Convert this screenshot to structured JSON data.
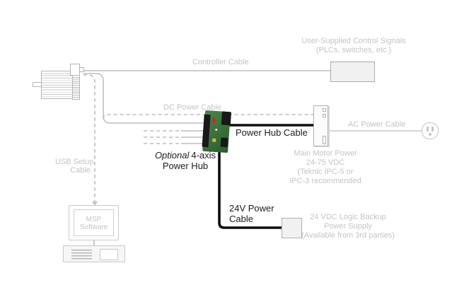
{
  "labels": {
    "controller_cable": "Controller Cable",
    "user_signals_line1": "User-Supplied Control Signals",
    "user_signals_line2": "(PLCs, switches, etc.)",
    "dc_power_cable": "DC Power Cable",
    "ac_power_cable": "AC Power Cable",
    "power_hub_cable": "Power Hub Cable",
    "optional_italic": "Optional",
    "optional_rest": "4-axis",
    "optional_line2": "Power Hub",
    "usb_line1": "USB Setup",
    "usb_line2": "Cable",
    "msp_line1": "MSP",
    "msp_line2": "Software",
    "main_power_line1": "Main Motor Power",
    "main_power_line2": "24-75 VDC",
    "main_power_line3": "(Teknic IPC-5 or",
    "main_power_line4": "IPC-3 recommended",
    "v24_line1": "24V Power",
    "v24_line2": "Cable",
    "backup_line1": "24 VDC Logic Backup",
    "backup_line2": "Power Supply",
    "backup_line3": "(Available from 3rd parties)"
  },
  "colors": {
    "gray_text": "#c4c4c4",
    "gray_line": "#bdbdbd",
    "black_text": "#1c1c1c",
    "cable_black": "#0d0d0d",
    "box_fill": "#f1f1f1",
    "pcb_green": "#3f7a3f"
  },
  "icons": {
    "motor": "servo-motor-graphic",
    "power_hub": "pcb-power-hub-board",
    "outlet": "ac-wall-outlet",
    "monitor": "desktop-monitor",
    "computer_base": "computer-base-unit",
    "power_supply": "main-power-supply-unit",
    "control_box": "user-control-signals-box",
    "backup_box": "logic-backup-supply-box"
  }
}
